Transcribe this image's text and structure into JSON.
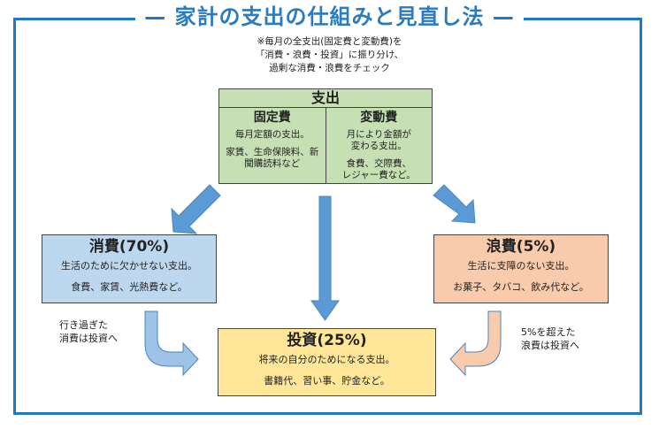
{
  "title": "家計の支出の仕組みと見直し法",
  "title_dash": "—",
  "note": {
    "lines": [
      "※毎月の全支出(固定費と変動費)を",
      "「消費・浪費・投資」に振り分け、",
      "過剰な消費・浪費をチェック"
    ]
  },
  "spending": {
    "title": "支出",
    "fixed": {
      "title": "固定費",
      "description": "毎月定額の支出。",
      "examples": [
        "家賃、生命保険料、新",
        "聞購読料など"
      ]
    },
    "variable": {
      "title": "変動費",
      "description": [
        "月により金額が",
        "変わる支出。"
      ],
      "examples": [
        "食費、交際費、",
        "レジャー費など。"
      ]
    }
  },
  "categories": {
    "consumption": {
      "title": "消費(70%)",
      "description": "生活のために欠かせない支出。",
      "examples": "食費、家賃、光熱費など。",
      "color": "#bdd7ee"
    },
    "waste": {
      "title": "浪費(5%)",
      "description": "生活に支障のない支出。",
      "examples": "お菓子、タバコ、飲み代など。",
      "color": "#f8cbad"
    },
    "investment": {
      "title": "投資(25%)",
      "description": "将来の自分のためになる支出。",
      "examples": "書籍代、習い事、貯金など。",
      "color": "#ffe699"
    }
  },
  "side_notes": {
    "left": [
      "行き過ぎた",
      "消費は投資へ"
    ],
    "right": [
      "5%を超えた",
      "浪費は投資へ"
    ]
  },
  "colors": {
    "frame": "#1f78c8",
    "title": "#2a7bbf",
    "arrow": "#5b9bd5",
    "spending": "#c6e0b4"
  }
}
